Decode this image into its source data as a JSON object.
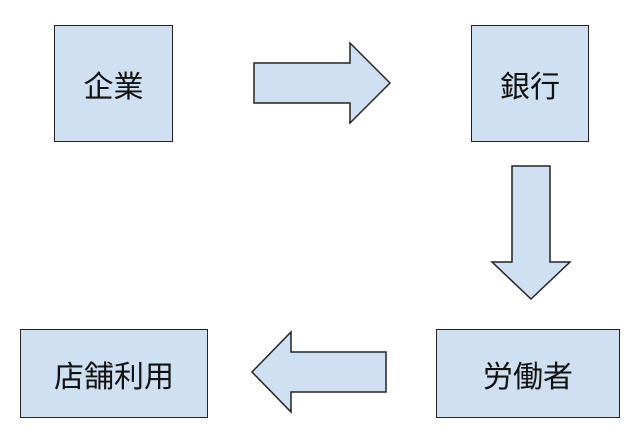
{
  "colors": {
    "node_fill": "#cfe0f3",
    "stroke": "#222222",
    "text": "#111111"
  },
  "nodes": {
    "company": "企業",
    "bank": "銀行",
    "workers": "労働者",
    "store": "店舗利用"
  }
}
